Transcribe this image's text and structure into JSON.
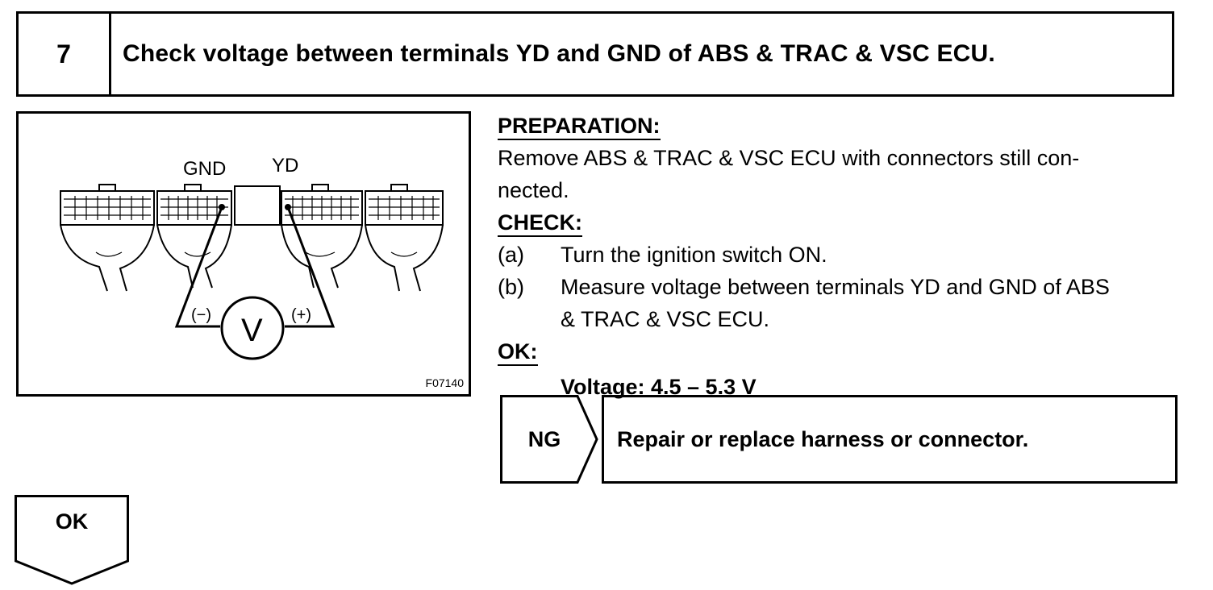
{
  "header": {
    "step_number": "7",
    "title": "Check voltage between terminals YD and GND of ABS & TRAC & VSC ECU."
  },
  "diagram": {
    "label_gnd": "GND",
    "label_yd": "YD",
    "probe_minus": "(−)",
    "probe_plus": "(+)",
    "meter_symbol": "V",
    "figure_code": "F07140"
  },
  "preparation": {
    "label": "PREPARATION:",
    "text_line1": "Remove ABS & TRAC & VSC ECU with connectors still con-",
    "text_line2": "nected."
  },
  "check": {
    "label": "CHECK:",
    "steps": [
      {
        "marker": "(a)",
        "text": "Turn the ignition switch ON."
      },
      {
        "marker": "(b)",
        "text_line1": "Measure voltage between terminals YD and GND of ABS",
        "text_line2": "& TRAC & VSC ECU."
      }
    ]
  },
  "ok_spec": {
    "label": "OK:",
    "value": "Voltage: 4.5 – 5.3 V"
  },
  "ng": {
    "label": "NG",
    "action": "Repair or replace harness or connector."
  },
  "ok_flow": {
    "label": "OK"
  }
}
